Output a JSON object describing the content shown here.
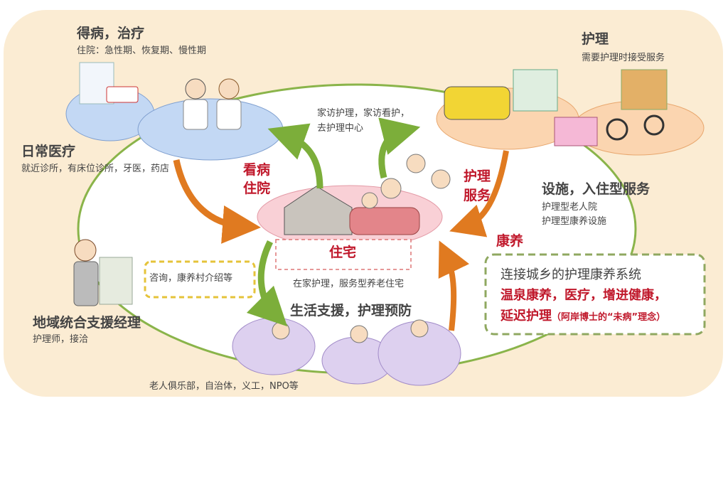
{
  "colors": {
    "panel": "#fbecd3",
    "loop": "#8ab44a",
    "blue": "#c3d8f4",
    "orange": "#fbd5b0",
    "pink": "#f9d0d6",
    "purple": "#ddd0ef",
    "accent_red": "#c0182b",
    "green_arrow": "#7cae3a",
    "orange_arrow": "#e07a20"
  },
  "treatment": {
    "title": "得病，治疗",
    "subtitle": "住院：急性期、恢复期、慢性期"
  },
  "daily_medical": {
    "title": "日常医疗",
    "subtitle": "就近诊所，有床位诊所，牙医，药店"
  },
  "care": {
    "title": "护理",
    "subtitle": "需要护理时接受服务"
  },
  "home_visit": {
    "line1": "家访护理，家访看护，",
    "line2": "去护理中心"
  },
  "hospital_label": {
    "line1": "看病",
    "line2": "住院"
  },
  "care_service_label": {
    "line1": "护理",
    "line2": "服务"
  },
  "facility": {
    "title": "设施，入住型服务",
    "line1": "护理型老人院",
    "line2": "护理型康养设施"
  },
  "kangyang_label": "康养",
  "home_label": "住宅",
  "consult": "咨询，康养村介绍等",
  "home_care": "在家护理，服务型养老住宅",
  "life_support": "生活支援，护理预防",
  "manager": {
    "title": "地域统合支援经理",
    "subtitle": "护理师，接洽"
  },
  "community": "老人俱乐部，自治体，义工，NPO等",
  "system_box": {
    "title": "连接城乡的护理康养系统",
    "line1": "温泉康养，医疗，增进健康，",
    "line2_main": "延迟护理",
    "line2_note": "（阿岸博士的“未病”理念）"
  }
}
